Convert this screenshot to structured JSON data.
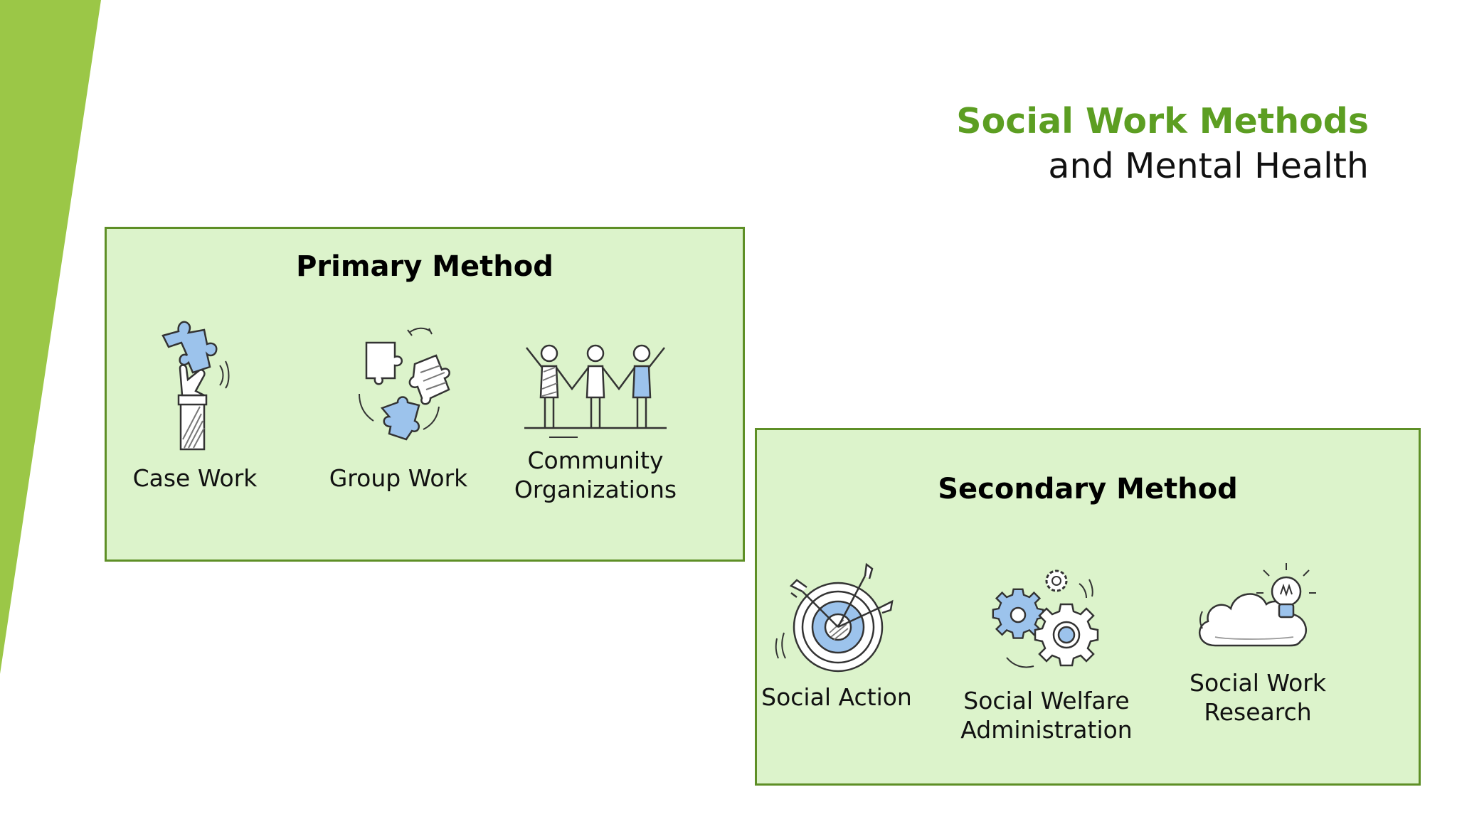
{
  "theme": {
    "accent": "#9bc747",
    "title_green": "#5c9e22",
    "panel_fill": "#dcf3cb",
    "panel_border": "#5e8f26",
    "icon_blue": "#9cc3ec"
  },
  "title": {
    "main": "Social Work Methods",
    "sub": "and Mental Health"
  },
  "primary": {
    "heading": "Primary Method",
    "items": [
      {
        "label": "Case Work",
        "icon": "hand-holding-puzzle-icon"
      },
      {
        "label": "Group Work",
        "icon": "puzzle-pieces-icon"
      },
      {
        "label": "Community\nOrganizations",
        "icon": "people-holding-hands-icon"
      }
    ]
  },
  "secondary": {
    "heading": "Secondary Method",
    "items": [
      {
        "label": "Social Action",
        "icon": "target-arrows-icon"
      },
      {
        "label": "Social Welfare\nAdministration",
        "icon": "gears-icon"
      },
      {
        "label": "Social Work\nResearch",
        "icon": "cloud-lightbulb-icon"
      }
    ]
  }
}
